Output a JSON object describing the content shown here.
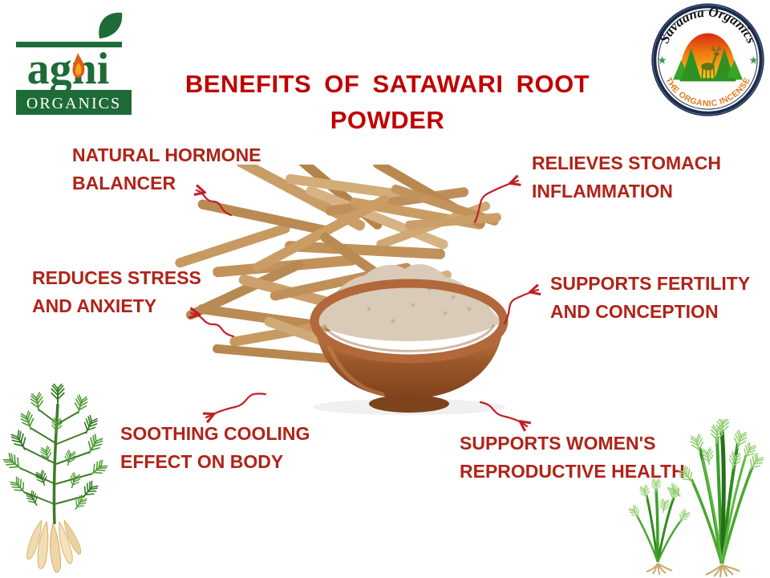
{
  "poster": {
    "title_lines": [
      "BENEFITS OF SATAWARI ROOT",
      "POWDER"
    ],
    "colors": {
      "title_red": "#C00000",
      "benefit_red": "#B02318",
      "arrow_red": "#C01E28",
      "agni_green": "#1E6B38",
      "savaana_ring_navy": "#1B2C4E",
      "tagline_orange": "#E07B1A",
      "powder_beige": "#DACBB8",
      "bowl_brown": "#A96B33",
      "root_tan": "#C79B62",
      "plant_green": "#4C9A34"
    }
  },
  "agni_logo": {
    "wordmark": "agni",
    "banner": "ORGANICS"
  },
  "savaana_logo": {
    "arc_title": "Savaana Organics",
    "arc_tagline": "THE ORGANIC INCENSE",
    "star_glyph": "★"
  },
  "benefits": [
    {
      "label": "NATURAL HORMONE BALANCER",
      "lines": [
        "NATURAL HORMONE",
        "BALANCER"
      ]
    },
    {
      "label": "RELIEVES STOMACH INFLAMMATION",
      "lines": [
        "RELIEVES STOMACH",
        "INFLAMMATION"
      ]
    },
    {
      "label": "REDUCES STRESS AND ANXIETY",
      "lines": [
        "REDUCES STRESS",
        "AND ANXIETY"
      ]
    },
    {
      "label": "SUPPORTS FERTILITY AND CONCEPTION",
      "lines": [
        "SUPPORTS FERTILITY",
        "AND CONCEPTION"
      ]
    },
    {
      "label": "SOOTHING COOLING EFFECT ON BODY",
      "lines": [
        "SOOTHING COOLING",
        "EFFECT ON BODY"
      ]
    },
    {
      "label": "SUPPORTS WOMEN'S REPRODUCTIVE HEALTH",
      "lines": [
        "SUPPORTS WOMEN'S",
        "REPRODUCTIVE HEALTH"
      ]
    }
  ],
  "illustrations": {
    "center": "dried-satawari-roots-with-bowl-of-powder",
    "bottom_left": "satawari-plant-with-tuberous-roots",
    "bottom_right": "satawari-grass-clumps-with-roots"
  }
}
